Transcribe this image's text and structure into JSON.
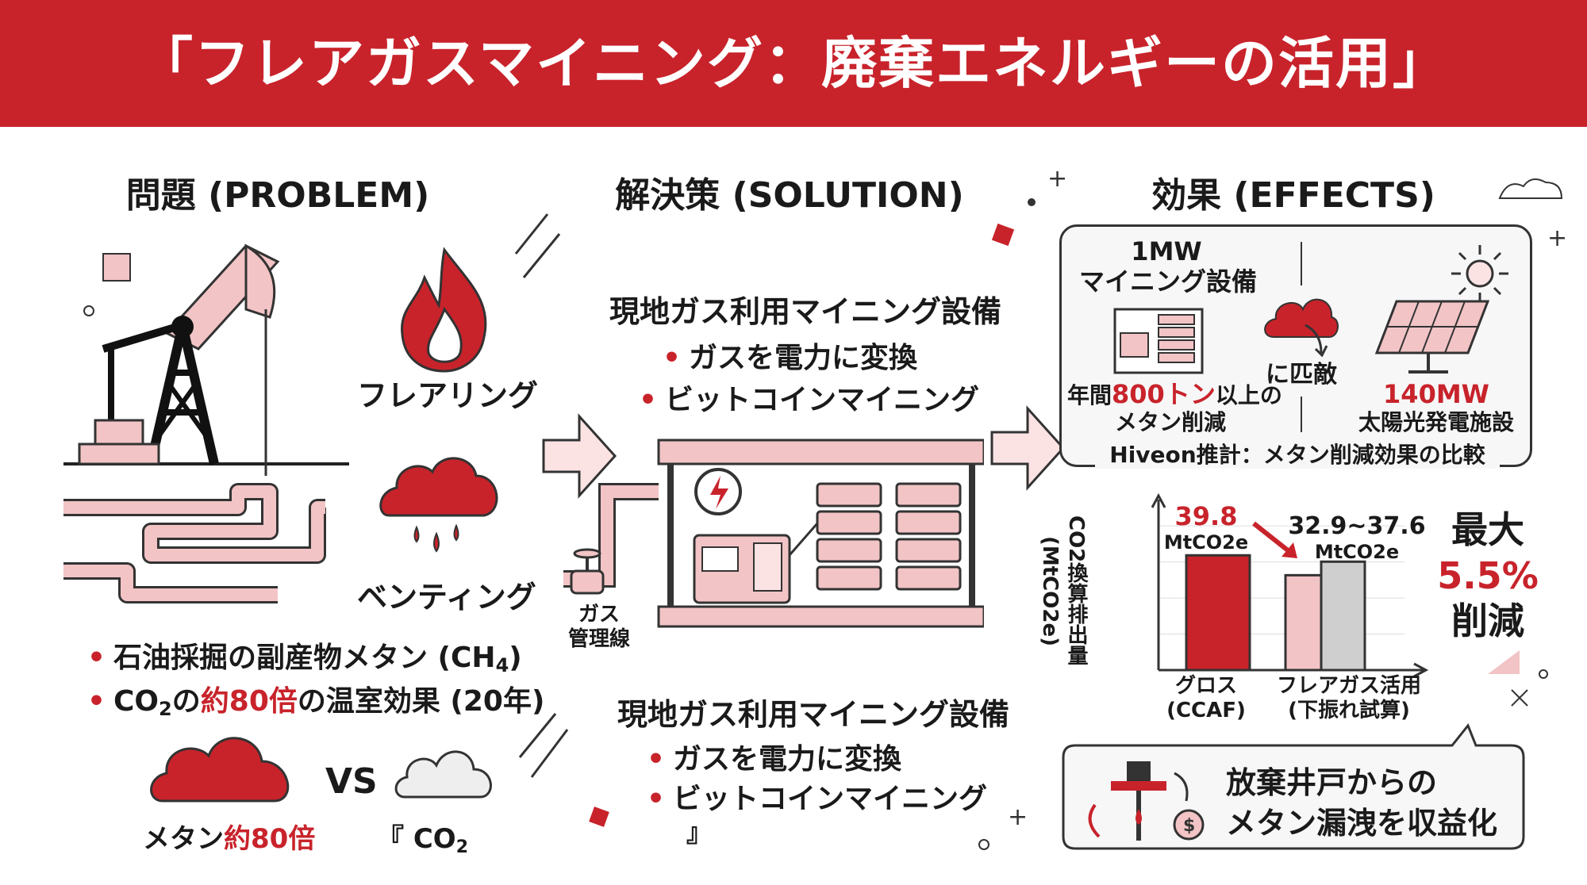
{
  "title": "「フレアガスマイニング：廃棄エネルギーの活用」",
  "problem": {
    "heading": "問題 (PROBLEM)",
    "flaring_label": "フレアリング",
    "venting_label": "ベンティング",
    "bullets": [
      {
        "prefix": "石油採掘の副産物メタン (CH",
        "sub": "4",
        "suffix": ")"
      },
      {
        "pre": "CO",
        "sub": "2",
        "mid": "の",
        "highlight": "約80倍",
        "post": "の温室効果 (20年)"
      }
    ],
    "methane_label_pre": "メタン",
    "methane_label_hl": "約80倍",
    "vs": "VS",
    "co2_bracket": "『",
    "co2_pre": "CO",
    "co2_sub": "2"
  },
  "solution": {
    "heading": "解決策 (SOLUTION)",
    "block1_title": "現地ガス利用マイニング設備",
    "block1_items": [
      "ガスを電力に変換",
      "ビットコインマイニング"
    ],
    "gas_line_label1": "ガス",
    "gas_line_label2": "管理線",
    "block2_title": "現地ガス利用マイニング設備",
    "block2_items": [
      "ガスを電力に変換",
      "ビットコインマイニング"
    ],
    "block2_close": "』"
  },
  "effects": {
    "heading": "効果 (EFFECTS)",
    "compare": {
      "left_title1": "1MW",
      "left_title2": "マイニング設備",
      "left_desc_pre": "年間",
      "left_desc_hl": "800トン",
      "left_desc_post": "以上の",
      "left_desc2": "メタン削減",
      "middle": "に匹敵",
      "right_value": "140MW",
      "right_desc": "太陽光発電施設",
      "caption": "Hiveon推計：メタン削減効果の比較"
    },
    "max_label": "最大",
    "max_value": "5.5%",
    "max_suffix": "削減",
    "bottom_text1": "放棄井戸からの",
    "bottom_text2": "メタン漏洩を収益化"
  },
  "chart_data": {
    "type": "bar",
    "ylabel": "CO2換算排出量 (MtCO2e)",
    "categories": [
      "グロス\n(CCAF)",
      "フレアガス活用\n(下振れ試算)"
    ],
    "category_lines": [
      [
        "グロス",
        "(CCAF)"
      ],
      [
        "フレアガス活用",
        "(下振れ試算)"
      ]
    ],
    "series": [
      {
        "name": "グロス",
        "values": [
          39.8,
          null
        ],
        "color": "#c8232b"
      },
      {
        "name": "フレアガス活用(低)",
        "values": [
          null,
          32.9
        ],
        "color": "#f2c4c6"
      },
      {
        "name": "フレアガス活用(高)",
        "values": [
          null,
          37.6
        ],
        "color": "#cfcfcf"
      }
    ],
    "labels": [
      {
        "value": "39.8",
        "unit": "MtCO2e"
      },
      {
        "value": "32.9~37.6",
        "unit": "MtCO2e"
      }
    ],
    "ylim": [
      0,
      55
    ]
  },
  "colors": {
    "accent": "#c8232b",
    "pink": "#f2c4c6",
    "grey": "#cfcfcf"
  },
  "icons": [
    "pumpjack-icon",
    "flame-icon",
    "cloud-icon",
    "arrow-right-icon",
    "container-icon",
    "solar-panel-icon",
    "sun-icon",
    "cloud-arrow-icon",
    "well-icon",
    "coins-icon"
  ]
}
